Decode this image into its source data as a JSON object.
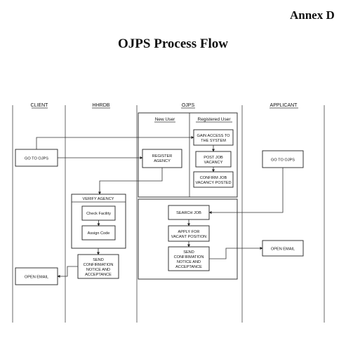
{
  "header": {
    "annex": "Annex D",
    "title": "OJPS Process Flow"
  },
  "lanes": {
    "client": "CLIENT",
    "hhrdb": "HHRDB",
    "ojps": "OJPS",
    "applicant": "APPLICANT"
  },
  "sublanes": {
    "new_user": "New User",
    "registered_user": "Registered User"
  },
  "nodes": {
    "client_go": "GO TO OJPS",
    "client_open_email": "OPEN EMAIL",
    "register_agency": [
      "REGISTER",
      "AGENCY"
    ],
    "gain_access": [
      "GAIN ACCESS TO",
      "THE SYSTEM"
    ],
    "post_job": [
      "POST JOB",
      "VACANCY"
    ],
    "confirm_job": [
      "CONFIRM JOB",
      "VACANCY POSTED"
    ],
    "verify_agency": "VERIFY AGENCY",
    "check_facility": "Check Facility",
    "assign_code": "Assign Code",
    "hhrdb_send": [
      "SEND",
      "CONFIRMATION",
      "NOTICE AND",
      "ACCEPTANCE"
    ],
    "search_job": "SEARCH JOB",
    "apply": [
      "APPLY FOR",
      "VACANT POSITION"
    ],
    "ojps_send": [
      "SEND",
      "CONFIRMATION",
      "NOTICE AND",
      "ACCEPTANCE"
    ],
    "applicant_go": "GO TO OJPS",
    "applicant_open_email": "OPEN EMAIL"
  }
}
